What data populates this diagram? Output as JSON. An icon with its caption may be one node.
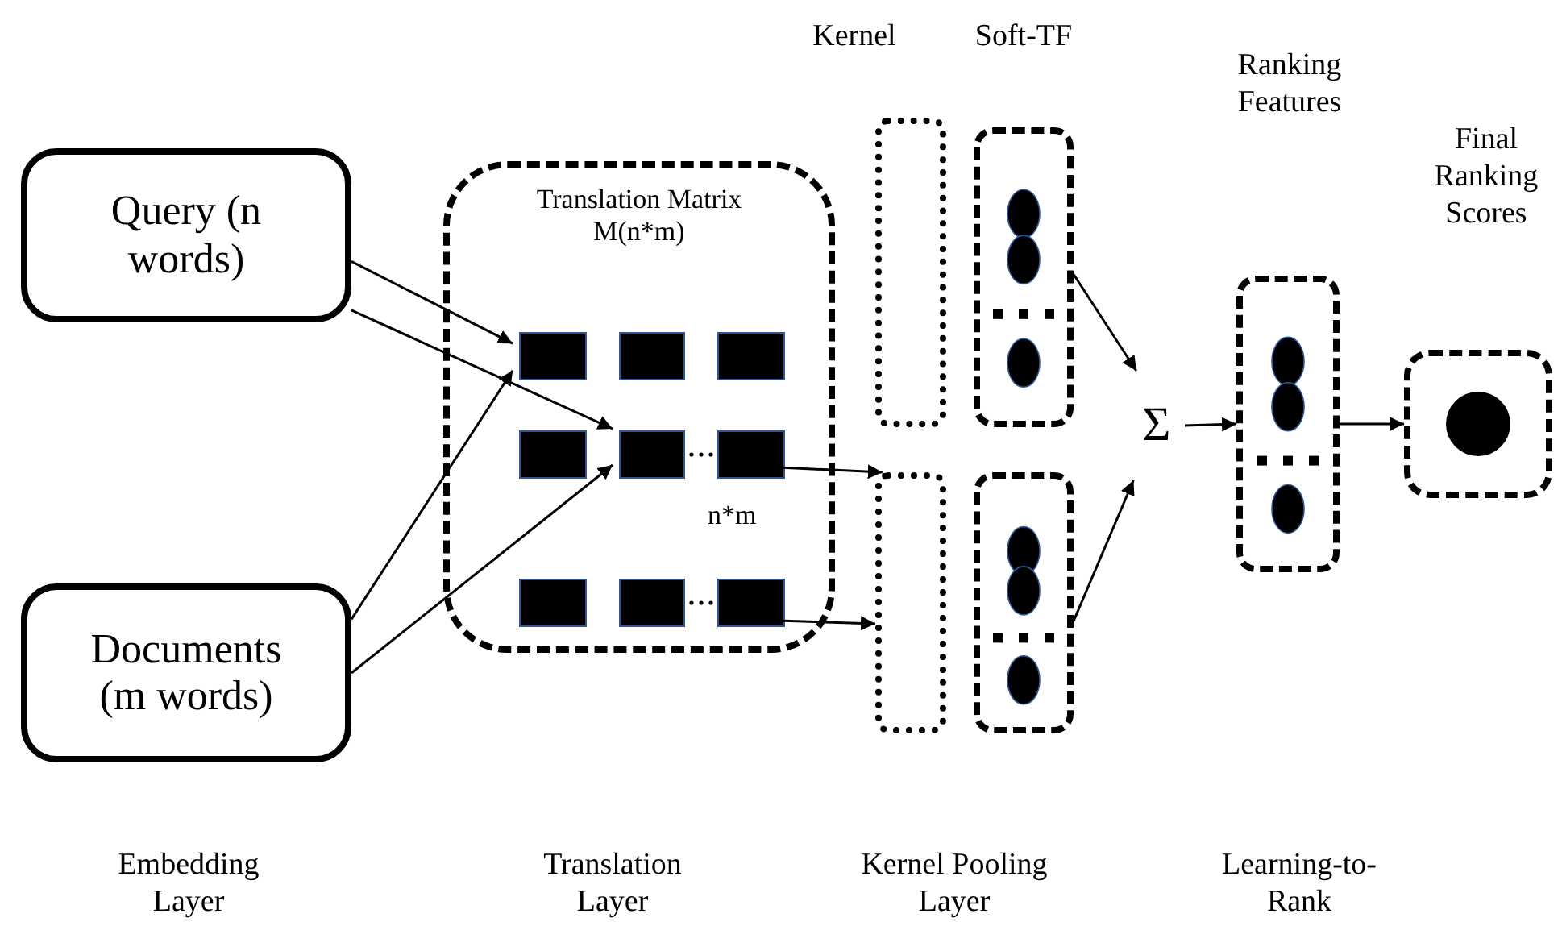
{
  "diagram": {
    "nodes": [
      {
        "text": [
          "Query (n words)"
        ]
      },
      {
        "text": [
          "Documents (m words)"
        ]
      },
      {
        "text": [
          "Translation Matrix M(n*m)",
          "n*m"
        ]
      },
      {
        "text": [],
        "shape": "box",
        "in": 2
      },
      {
        "text": [],
        "shape": "box",
        "in": 2
      },
      {
        "text": [],
        "shape": "box",
        "in": 2
      },
      {
        "text": [],
        "shape": "box",
        "in": 2
      },
      {
        "text": [],
        "shape": "box",
        "in": 2
      },
      {
        "text": [],
        "shape": "box",
        "in": 2
      },
      {
        "text": [],
        "shape": "box",
        "in": 2
      },
      {
        "text": [],
        "shape": "box",
        "in": 2
      },
      {
        "text": [],
        "shape": "box",
        "in": 2
      },
      {
        "text": [],
        "shape": "box"
      },
      {
        "text": [],
        "shape": "box"
      },
      {
        "text": [],
        "shape": "box"
      },
      {
        "text": [],
        "shape": "box"
      },
      {
        "text": [
          "Σ"
        ]
      },
      {
        "text": [],
        "shape": "box"
      },
      {
        "text": [],
        "shape": "box"
      }
    ],
    "edges": [
      {
        "from": 0,
        "to": 3,
        "arrow": "to"
      },
      {
        "from": 0,
        "to": 7,
        "arrow": "to"
      },
      {
        "from": 1,
        "to": 3,
        "arrow": "to"
      },
      {
        "from": 1,
        "to": 7,
        "arrow": "to"
      },
      {
        "from": 8,
        "to": 13,
        "arrow": "to"
      },
      {
        "from": 11,
        "to": 13,
        "arrow": "to"
      },
      {
        "from": 14,
        "to": 16,
        "arrow": "to"
      },
      {
        "from": 15,
        "to": 16,
        "arrow": "to"
      },
      {
        "from": 16,
        "to": 17,
        "arrow": "to"
      },
      {
        "from": 17,
        "to": 18,
        "arrow": "to"
      }
    ],
    "labels": [
      "Kernel",
      "Soft-TF",
      "Ranking Features",
      "Final Ranking Scores",
      "Embedding Layer",
      "Translation Layer",
      "Kernel Pooling Layer",
      "Learning-to-Rank"
    ]
  }
}
